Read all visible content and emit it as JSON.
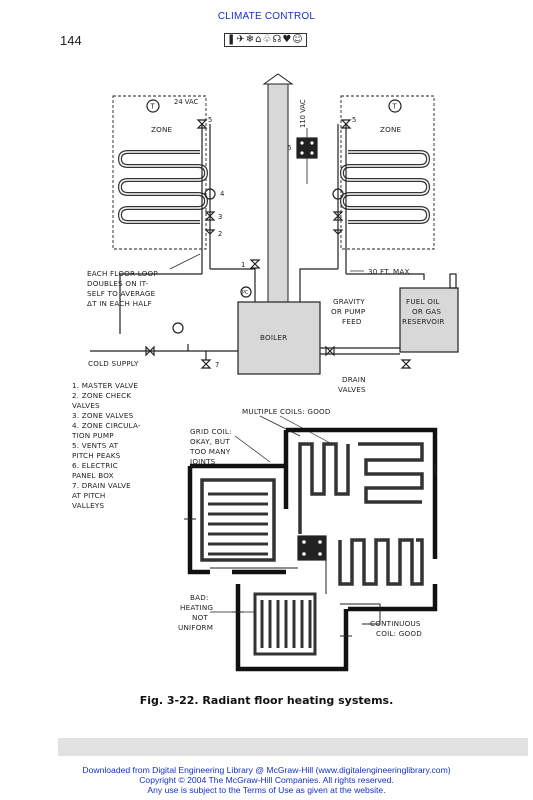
{
  "header": {
    "running_title": "CLIMATE CONTROL",
    "page_number": "144",
    "dingbats": "❚✈❄⌂♧☊♥☺"
  },
  "figure": {
    "labels": {
      "vac24": "24 VAC",
      "vac110": "110 VAC",
      "zone_left": "ZONE",
      "zone_right": "ZONE",
      "t_left": "T",
      "t_right": "T",
      "n5a": "5",
      "n5b": "5",
      "n4": "4",
      "n3": "3",
      "n2": "2",
      "n1": "1",
      "n6": "6",
      "n7": "7",
      "pc": "PC",
      "floor_loop": [
        "EACH FLOOR LOOP",
        "DOUBLES ON IT-",
        "SELF TO AVERAGE",
        "ΔT IN EACH HALF"
      ],
      "thirty_ft": "30 FT. MAX.",
      "gravity": [
        "GRAVITY",
        "OR PUMP",
        "FEED"
      ],
      "fuel": [
        "FUEL OIL",
        "OR GAS",
        "RESERVOIR"
      ],
      "boiler": "BOILER",
      "cold_supply": "COLD SUPPLY",
      "drain": [
        "DRAIN",
        "VALVES"
      ],
      "legend": [
        "1. MASTER VALVE",
        "2. ZONE CHECK",
        "   VALVES",
        "3. ZONE VALVES",
        "4. ZONE CIRCULA-",
        "   TION PUMP",
        "5. VENTS AT",
        "   PITCH PEAKS",
        "6. ELECTRIC",
        "   PANEL BOX",
        "7. DRAIN VALVE",
        "   AT PITCH",
        "   VALLEYS"
      ],
      "multiple": "MULTIPLE COILS: GOOD",
      "grid": [
        "GRID COIL:",
        "OKAY, BUT",
        "TOO MANY",
        "JOINTS"
      ],
      "bad": [
        "BAD:",
        "HEATING",
        "NOT",
        "UNIFORM"
      ],
      "continuous": [
        "CONTINUOUS",
        "COIL: GOOD"
      ]
    },
    "caption": "Fig. 3-22.  Radiant floor heating systems."
  },
  "footer": {
    "line1": "Downloaded from Digital Engineering Library @ McGraw-Hill (www.digitalengineeringlibrary.com)",
    "line2": "Copyright © 2004 The McGraw-Hill Companies. All rights reserved.",
    "line3": "Any use is subject to the Terms of Use as given at the website."
  }
}
